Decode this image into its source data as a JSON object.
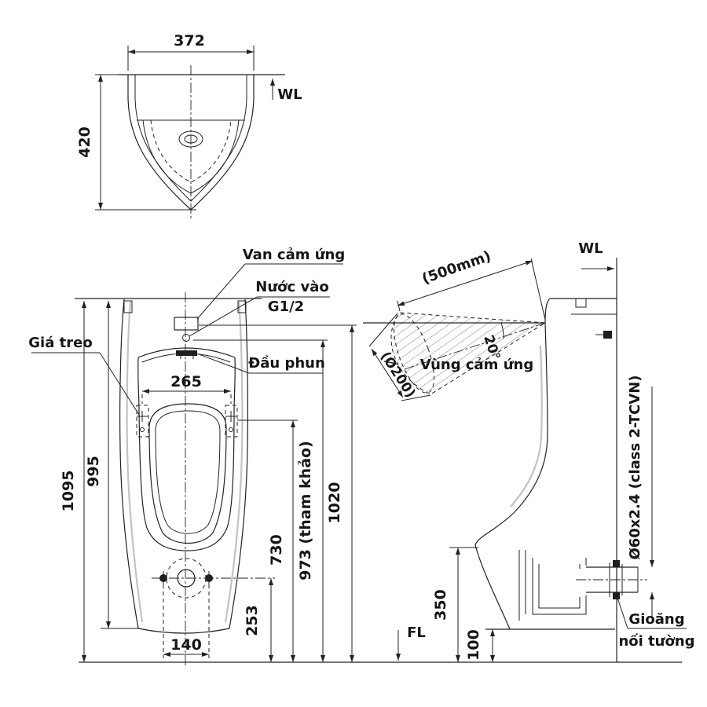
{
  "drawing": {
    "top_view": {
      "dim_width": "372",
      "dim_depth": "420",
      "water_line": "WL"
    },
    "front_view": {
      "label_sensor_valve": "Van cảm ứng",
      "label_water_inlet": "Nước vào",
      "label_water_inlet_size": "G1/2",
      "label_spray_head": "Đầu phun",
      "label_bracket": "Giá treo",
      "dim_total_height": "1095",
      "dim_body_height": "995",
      "dim_bracket_spacing": "265",
      "dim_bracket_height": "730",
      "dim_reference_height": "973 (tham khảo)",
      "dim_inlet_height": "1020",
      "dim_hole_height": "253",
      "dim_hole_spacing": "140"
    },
    "side_view": {
      "water_line": "WL",
      "floor_line": "FL",
      "dim_sensing_range": "(500mm)",
      "dim_sensing_diameter": "(Ø200)",
      "dim_sensing_angle": "20°",
      "label_sensing_zone": "Vùng cảm ứng",
      "label_outlet_pipe_spec": "Ø60x2.4 (class 2-TCVN)",
      "label_gasket_line1": "Gioăng",
      "label_gasket_line2": "nối tường",
      "dim_outlet_height": "350",
      "dim_base_height": "100"
    },
    "colors": {
      "line": "#222222",
      "background": "#ffffff"
    }
  }
}
